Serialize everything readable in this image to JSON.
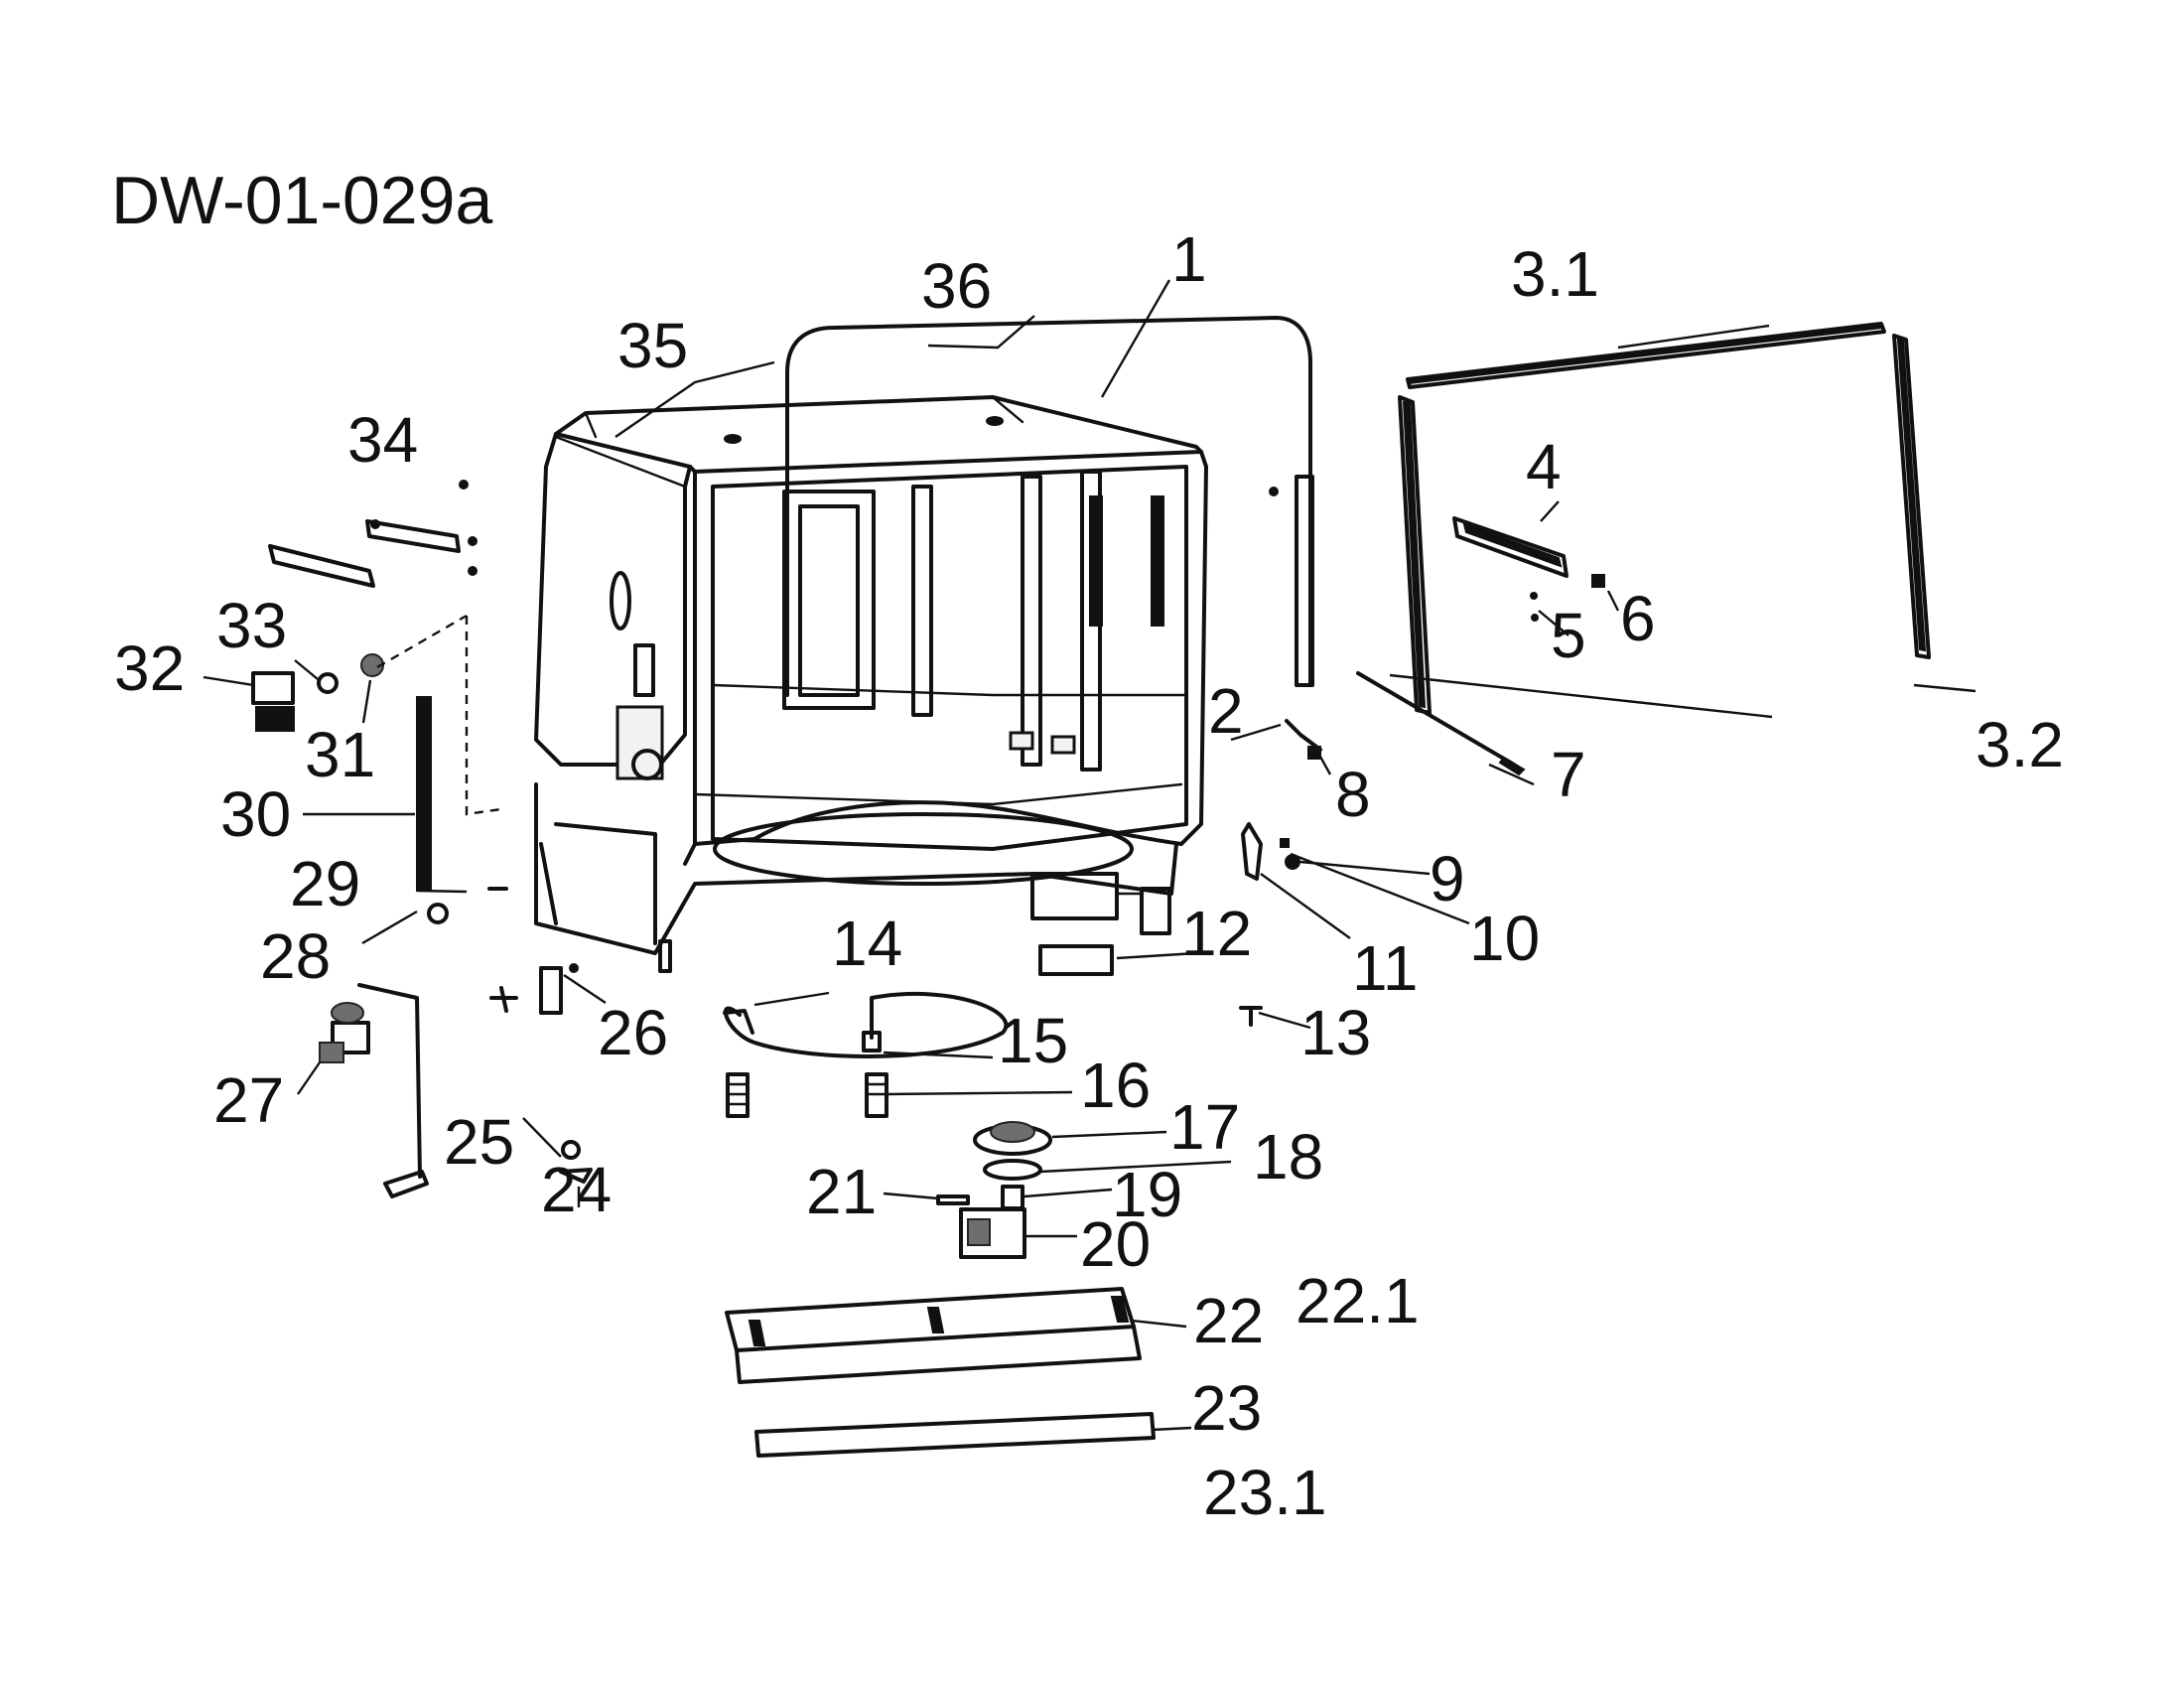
{
  "diagram": {
    "title": "DW-01-029a",
    "callouts": [
      "1",
      "2",
      "3.1",
      "3.2",
      "4",
      "5",
      "6",
      "7",
      "8",
      "9",
      "10",
      "11",
      "12",
      "13",
      "14",
      "15",
      "16",
      "17",
      "18",
      "19",
      "20",
      "21",
      "22",
      "22.1",
      "23",
      "23.1",
      "24",
      "25",
      "26",
      "27",
      "28",
      "29",
      "30",
      "31",
      "32",
      "33",
      "34",
      "35",
      "36"
    ]
  }
}
